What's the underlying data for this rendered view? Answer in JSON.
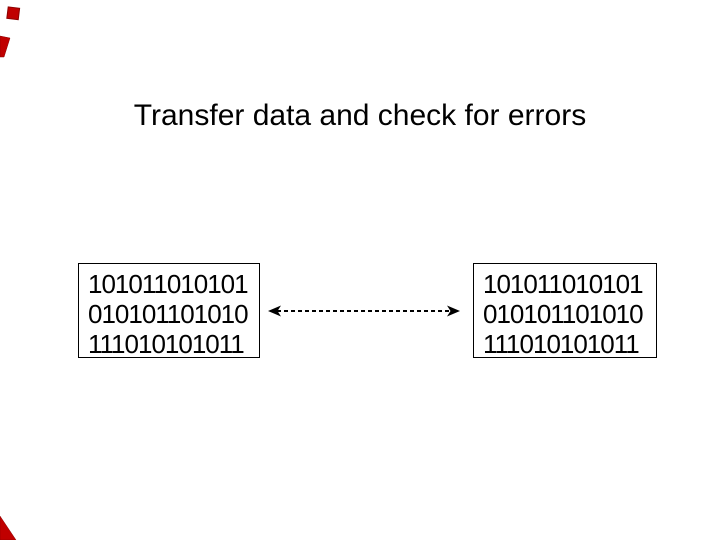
{
  "slide": {
    "title": "Transfer data and check for errors",
    "colors": {
      "background": "#ffffff",
      "text": "#000000",
      "box_border": "#000000",
      "arrow": "#000000",
      "corner_accent": "#c00000"
    }
  },
  "sender_box": {
    "lines": [
      "101011010101",
      "010101101010",
      "111010101011"
    ]
  },
  "receiver_box": {
    "lines": [
      "101011010101",
      "010101101010",
      "111010101011"
    ]
  },
  "transfer_arrow": {
    "style": "dashed",
    "heads": "both-ends"
  },
  "decorations": {
    "top_left_square": "corner-mark",
    "top_left_blade": "corner-mark",
    "bottom_left_triangle": "corner-mark"
  }
}
